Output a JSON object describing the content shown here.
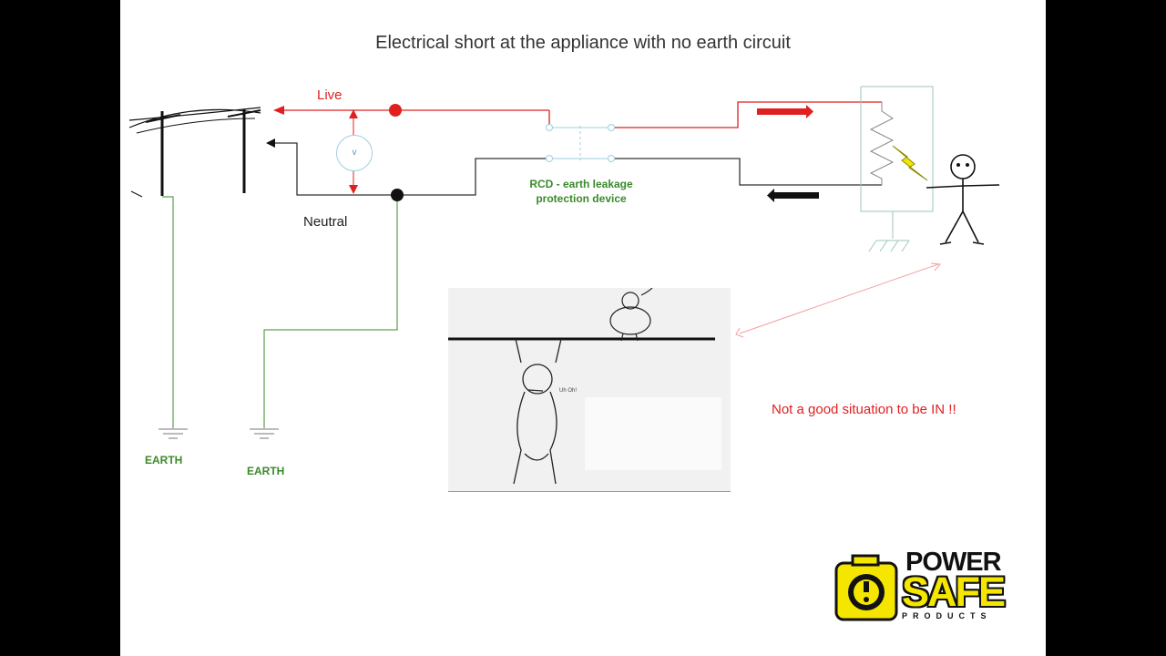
{
  "diagram": {
    "title": "Electrical short at the appliance with no earth circuit",
    "live_label": "Live",
    "neutral_label": "Neutral",
    "voltmeter_label": "v",
    "rcd_label": "RCD - earth leakage protection device",
    "earth_label_1": "EARTH",
    "earth_label_2": "EARTH",
    "warning_text": "Not a good situation to be IN !!",
    "cartoon_speech": "Uh Oh!",
    "colors": {
      "live_wire": "#e02020",
      "neutral_wire": "#333333",
      "earth_wire": "#3a8a2a",
      "bolt": "#f5e600"
    }
  },
  "logo": {
    "line1": "POWER",
    "line2": "SAFE",
    "line3": "PRODUCTS",
    "icon": "plug-socket-icon"
  }
}
